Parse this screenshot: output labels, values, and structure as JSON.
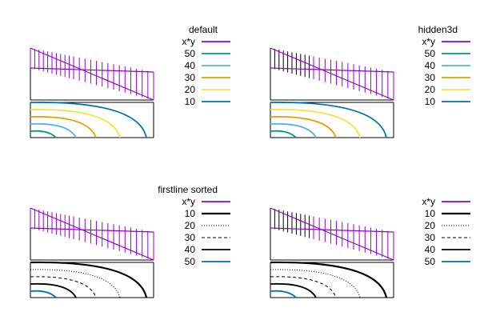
{
  "chart_data": [
    {
      "type": "surface",
      "title": "default",
      "mesh_color": "#9400d3",
      "hidden_surface": false,
      "legend_placement": "right",
      "legend": [
        {
          "label": "x*y",
          "color": "#9400d3",
          "dash": "solid"
        },
        {
          "label": "50",
          "color": "#009e73",
          "dash": "solid"
        },
        {
          "label": "40",
          "color": "#56b4e9",
          "dash": "solid"
        },
        {
          "label": "30",
          "color": "#e69f00",
          "dash": "solid"
        },
        {
          "label": "20",
          "color": "#f0e442",
          "dash": "solid"
        },
        {
          "label": "10",
          "color": "#0072b2",
          "dash": "solid"
        }
      ],
      "contour_levels": [
        10,
        20,
        30,
        40,
        50
      ]
    },
    {
      "type": "surface",
      "title": "hidden3d",
      "mesh_color": "#9400d3",
      "hidden_surface": true,
      "legend_placement": "right",
      "legend": [
        {
          "label": "x*y",
          "color": "#9400d3",
          "dash": "solid"
        },
        {
          "label": "50",
          "color": "#009e73",
          "dash": "solid"
        },
        {
          "label": "40",
          "color": "#56b4e9",
          "dash": "solid"
        },
        {
          "label": "30",
          "color": "#e69f00",
          "dash": "solid"
        },
        {
          "label": "20",
          "color": "#f0e442",
          "dash": "solid"
        },
        {
          "label": "10",
          "color": "#0072b2",
          "dash": "solid"
        }
      ],
      "contour_levels": [
        10,
        20,
        30,
        40,
        50
      ]
    },
    {
      "type": "surface",
      "title": "firstline sorted",
      "mesh_color": "#9400d3",
      "hidden_surface": false,
      "legend_placement": "right",
      "legend": [
        {
          "label": "x*y",
          "color": "#9400d3",
          "dash": "solid"
        },
        {
          "label": "10",
          "color": "#000000",
          "dash": "thick"
        },
        {
          "label": "20",
          "color": "#000000",
          "dash": "dotted"
        },
        {
          "label": "30",
          "color": "#000000",
          "dash": "dashed"
        },
        {
          "label": "40",
          "color": "#000000",
          "dash": "solid"
        },
        {
          "label": "50",
          "color": "#0072b2",
          "dash": "solid"
        }
      ],
      "contour_levels": [
        10,
        20,
        30,
        40,
        50
      ]
    },
    {
      "type": "surface",
      "title": "",
      "mesh_color": "#9400d3",
      "hidden_surface": true,
      "legend_placement": "right",
      "legend": [
        {
          "label": "x*y",
          "color": "#9400d3",
          "dash": "solid"
        },
        {
          "label": "10",
          "color": "#000000",
          "dash": "thick"
        },
        {
          "label": "20",
          "color": "#000000",
          "dash": "dotted"
        },
        {
          "label": "30",
          "color": "#000000",
          "dash": "dashed"
        },
        {
          "label": "40",
          "color": "#000000",
          "dash": "solid"
        },
        {
          "label": "50",
          "color": "#0072b2",
          "dash": "solid"
        }
      ],
      "contour_levels": [
        10,
        20,
        30,
        40,
        50
      ]
    }
  ]
}
